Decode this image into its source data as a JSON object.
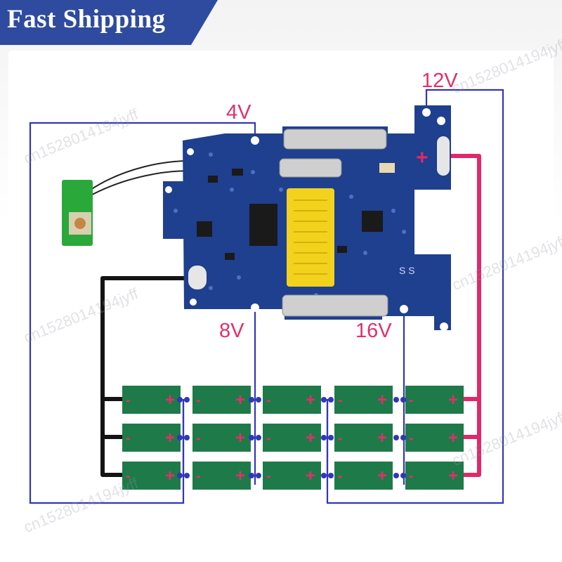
{
  "banner": {
    "text": "Fast Shipping",
    "color": "#2f4ba0"
  },
  "voltage_labels": {
    "v4": "4V",
    "v8": "8V",
    "v12": "12V",
    "v16": "16V"
  },
  "board": {
    "plus_sign": "+",
    "marking": "S S"
  },
  "cell_polarity": {
    "minus": "-",
    "plus": "+"
  },
  "watermark": "cn1528014194jyff",
  "colors": {
    "wire_sense": "#3236b8",
    "wire_positive": "#e0286a",
    "wire_negative": "#141414",
    "pcb": "#1f3f8f",
    "connector": "#f2d21c",
    "cell": "#1f7a4a",
    "label": "#e0306a"
  },
  "icons": [
    "push-button-icon",
    "pcb-board",
    "battery-cell"
  ]
}
